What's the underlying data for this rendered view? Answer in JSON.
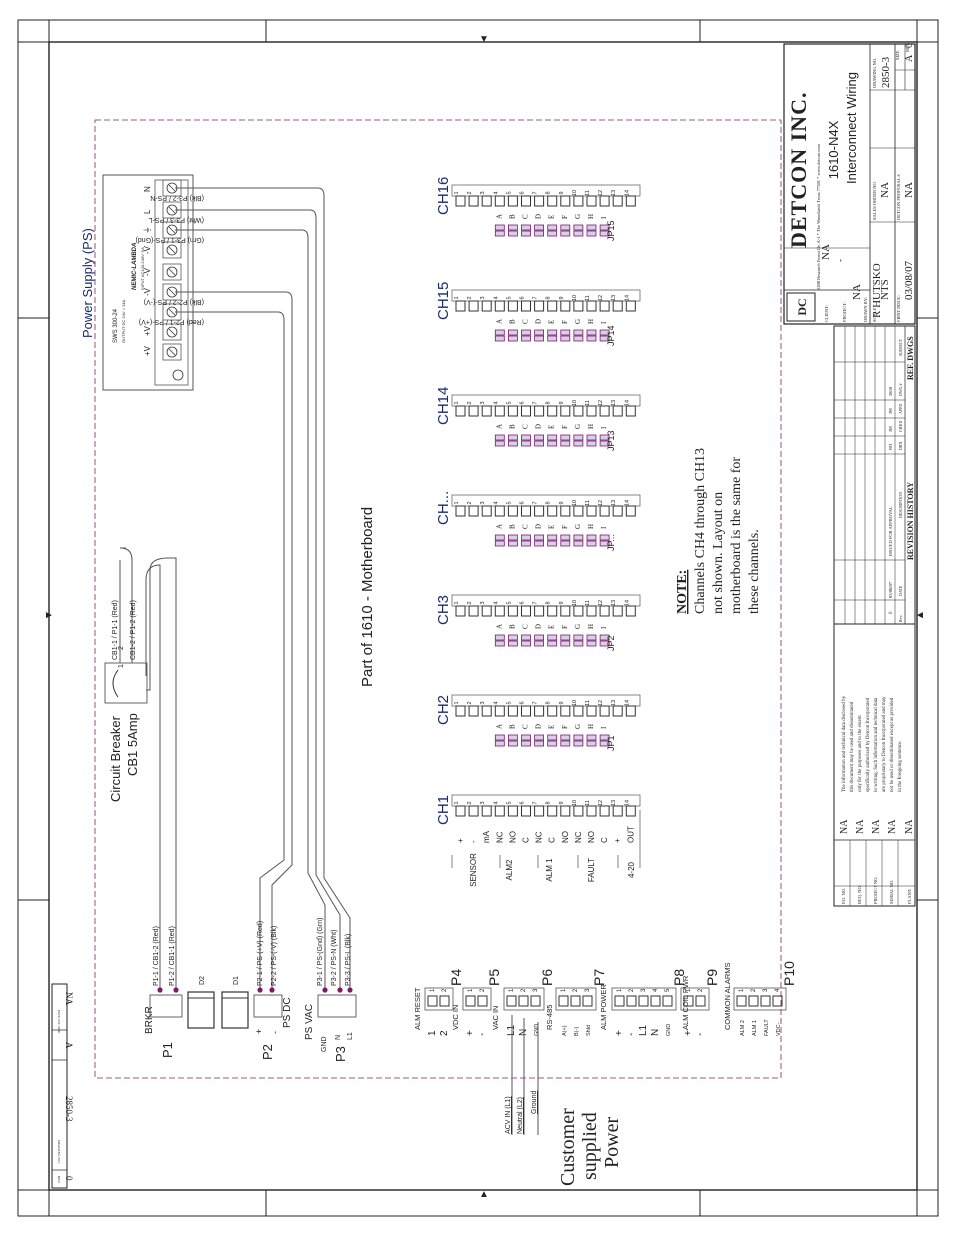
{
  "sheet": {
    "frame_marks": [
      "▲",
      "▼",
      "►",
      "◄"
    ]
  },
  "title_block": {
    "company": "DETCON INC.",
    "address": "3200 Research Forest Dr. A-1 * The Woodlands Texas 77381 * www.detcon.com",
    "drawing_title": "1610-N4X",
    "drawing_subtitle": "Interconnect Wiring",
    "drawing_no_label": "DRAWING NO.",
    "drawing_no": "2850-3",
    "rev_label": "REV.",
    "rev": "0",
    "size_label": "SIZE",
    "size": "A",
    "client_label": "CLIENT:",
    "client": "NA",
    "project_label": "PROJECT:",
    "project": "NA",
    "drawn_by_label": "DRAWN BY:",
    "drawn_by": "R HUTSKO",
    "scale_label": "SCALE",
    "scale": "NTS",
    "sales_order_label": "SALES ORDER NO.",
    "sales_order": "NA",
    "first_issue_label": "FIRST ISSUE:",
    "first_issue": "03/08/07",
    "proposal_label": "DETCON PROPOSAL #",
    "proposal": "NA",
    "dash": "-"
  },
  "revision_history": {
    "heading": "REVISION HISTORY",
    "ref_dwgs": "REF. DWGS",
    "columns": [
      "Rev.",
      "DATE",
      "DESCRIPTION",
      "DRN",
      "CHKD",
      "APPD",
      "DWG #",
      "SUBJECT"
    ],
    "rows": [
      {
        "rev": "0",
        "date": "03/08/07",
        "desc": "ISSUED FOR APPROVAL",
        "drn": "RH",
        "chkd": "JM",
        "appd": "JM",
        "dwg": "2850",
        "subject": ""
      }
    ]
  },
  "project_info": {
    "rows": [
      {
        "label": "P.O. NO.",
        "value": "NA"
      },
      {
        "label": "REQ. NO.",
        "value": "NA"
      },
      {
        "label": "PROJECT NO.",
        "value": "NA"
      },
      {
        "label": "SERIAL NO.",
        "value": "NA"
      },
      {
        "label": "PLANT:",
        "value": "NA"
      }
    ],
    "disclaimer": [
      "The information and technical data disclosed by",
      "this document may be used and disseminated",
      "only for the purposes and to the extent",
      "specifically authorized by Detcon Incorporated",
      "in writing. Such information and technical data",
      "are proprietary to Detcon Incorporated and may",
      "not be used or disseminated except as provided",
      "in the foregoing sentence."
    ]
  },
  "small_block": {
    "labels": [
      "SIZE",
      "DWG NO.",
      "REV.",
      "DRAWING NO."
    ],
    "size": "A",
    "na": "NA",
    "drawing_no": "2850-3",
    "rev": "0"
  },
  "power_supply": {
    "title": "Power Supply (PS)",
    "model": "SWS 300-24",
    "brand": "NEMIC-LAMBDA",
    "output": "OUTPUT DC 24V = 14A",
    "input": "INPUT AC100-240V~5A",
    "terminals": [
      "+V",
      "+V",
      "-V",
      "-V",
      "-V",
      "⏚",
      "L",
      "N"
    ],
    "wire_labels": [
      "(Red) P2-1 / PS-(+V)",
      "(Blk) P2-2 / PS-(-V)",
      "(Grn) P3-1 / PS-(Gnd)",
      "(Wht) P3-3 / PS-L",
      "(Blk) P3-2 / PS-N"
    ]
  },
  "circuit_breaker": {
    "title": "Circuit Breaker",
    "rating": "CB1 5Amp",
    "pin1": "1",
    "pin2": "2",
    "labels": [
      "CB1-1 / P1-1 (Red)",
      "CB1-2 / P1-2 (Red)"
    ]
  },
  "motherboard": {
    "title": "Part of 1610 - Motherboard",
    "channels": [
      "CH1",
      "CH2",
      "CH3",
      "CH...",
      "CH14",
      "CH15",
      "CH16"
    ],
    "jumpers": [
      "JP1",
      "JP2",
      "JP...",
      "JP13",
      "JP14",
      "JP15"
    ],
    "jumper_letters": [
      "A",
      "B",
      "C",
      "D",
      "E",
      "F",
      "G",
      "H",
      "I"
    ],
    "pin_numbers": [
      "1",
      "2",
      "3",
      "4",
      "5",
      "6",
      "7",
      "8",
      "9",
      "10",
      "11",
      "12",
      "13",
      "14"
    ],
    "ch1_terminal_labels": [
      "+",
      "-",
      "mA",
      "NC",
      "NO",
      "C",
      "NC",
      "C",
      "NO",
      "NC",
      "NO",
      "C",
      "+",
      "OUT"
    ],
    "group_labels": [
      "SENSOR",
      "ALM2",
      "ALM 1",
      "FAULT",
      "4-20"
    ]
  },
  "note": {
    "heading": "NOTE:",
    "lines": [
      "Channels CH4 through CH13",
      "not shown.  Layout on",
      "motherboard is the same for",
      "these channels."
    ]
  },
  "left_connectors": {
    "p1": {
      "name": "P1",
      "label": "BRKR",
      "wires": [
        "P1-1 / CB1-2 (Red)",
        "P1-2 / CB1-1 (Red)"
      ]
    },
    "diodes": [
      "D2",
      "D1"
    ],
    "p2": {
      "name": "P2",
      "label": "PS DC",
      "plus": "+",
      "minus": "-",
      "wires": [
        "P2-1 / PS-(+V) (Red)",
        "P2-2 / PS-(-V) (Blk)"
      ]
    },
    "p3": {
      "name": "P3",
      "label": "PS VAC",
      "pins": [
        "GND",
        "N",
        "L1"
      ],
      "wires": [
        "P3-1 / PS-(Gnd) (Grn)",
        "P3-2 / PS-N (Wht)",
        "P3-3 / PS-L (Blk)"
      ]
    }
  },
  "header_connectors": [
    {
      "name": "P4",
      "label": "ALM RESET",
      "pins": [
        "1",
        "2"
      ]
    },
    {
      "name": "P5",
      "label": "VDC IN",
      "pins": [
        "+",
        "-"
      ]
    },
    {
      "name": "P6",
      "label": "VAC IN",
      "pins": [
        "L1",
        "N",
        "GND"
      ]
    },
    {
      "name": "P7",
      "label": "RS-485",
      "pins": [
        "A(+)",
        "B(-)",
        "Shld"
      ]
    },
    {
      "name": "P8",
      "label": "ALM POWER",
      "pins": [
        "+",
        "-",
        "L1",
        "N",
        "GND"
      ]
    },
    {
      "name": "P9",
      "label": "ALM COIL PWR",
      "pins": [
        "+",
        "-"
      ]
    },
    {
      "name": "P10",
      "label": "COMMON ALARMS",
      "pins": [
        "ALM 2",
        "ALM 1",
        "FAULT",
        "VDC-"
      ]
    }
  ],
  "customer_power": {
    "title": [
      "Customer",
      "supplied",
      "Power"
    ],
    "lines": [
      "ACV IN (L1)",
      "Neutral (L2)",
      "Ground"
    ]
  }
}
